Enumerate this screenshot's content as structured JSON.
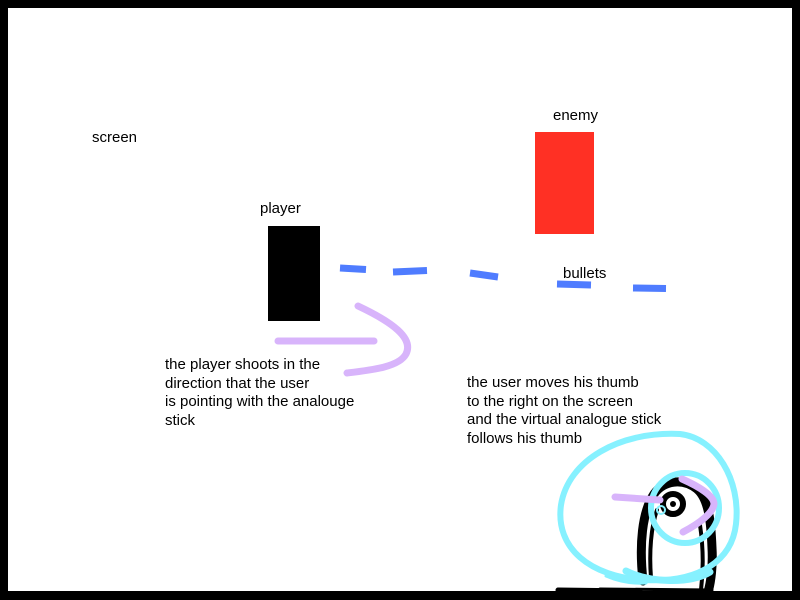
{
  "labels": {
    "screen": "screen",
    "player": "player",
    "enemy": "enemy",
    "bullets": "bullets"
  },
  "notes": {
    "shoot": [
      "the player shoots in the",
      "direction that the user",
      "is pointing with the analouge",
      "stick"
    ],
    "thumb": [
      "the user moves his thumb",
      "to the right on the screen",
      "and the virtual analogue stick",
      "follows his thumb"
    ]
  },
  "colors": {
    "border": "#000000",
    "player": "#000000",
    "enemy": "#ff3024",
    "bullet": "#4f7cff",
    "arrow": "#d8b4fb",
    "stick": "#86f1ff",
    "thumb": "#000000"
  },
  "icons": {
    "player": "player-sprite",
    "enemy": "enemy-sprite",
    "bullets": "bullet-dash",
    "direction": "curved-arrow-icon",
    "analogue_stick": "virtual-analogue-stick",
    "thumb": "thumb-sketch"
  }
}
